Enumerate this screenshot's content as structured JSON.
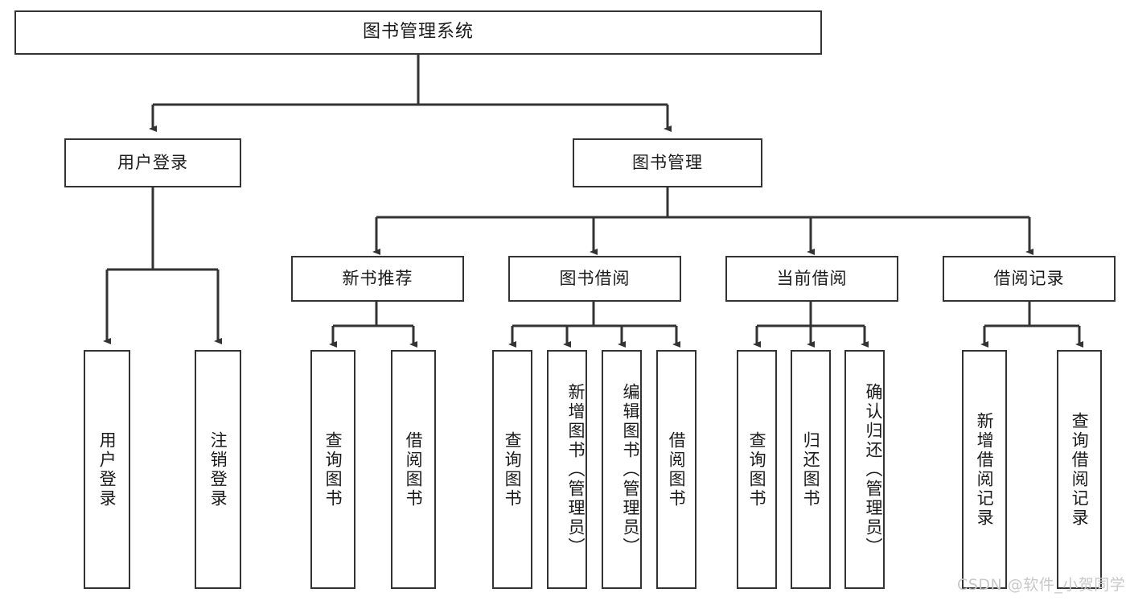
{
  "diagram": {
    "title": "图书管理系统",
    "background_color": "#ffffff",
    "line_color": "#333333",
    "text_color": "#1a1a1a"
  },
  "nodes": {
    "root": {
      "label": "图书管理系统"
    },
    "level2": [
      {
        "id": "user-login",
        "label": "用户登录"
      },
      {
        "id": "book-manage",
        "label": "图书管理"
      }
    ],
    "level3": [
      {
        "id": "new-book-recommend",
        "label": "新书推荐"
      },
      {
        "id": "book-borrow",
        "label": "图书借阅"
      },
      {
        "id": "current-borrow",
        "label": "当前借阅"
      },
      {
        "id": "borrow-record",
        "label": "借阅记录"
      }
    ],
    "leaves": {
      "user_login": [
        {
          "id": "leaf-user-login",
          "label": "用户登录"
        },
        {
          "id": "leaf-logout-login",
          "label": "注销登录"
        }
      ],
      "new_book_recommend": [
        {
          "id": "leaf-query-book-1",
          "label": "查询图书"
        },
        {
          "id": "leaf-borrow-book-1",
          "label": "借阅图书"
        }
      ],
      "book_borrow": [
        {
          "id": "leaf-query-book-2",
          "label": "查询图书"
        },
        {
          "id": "leaf-add-book",
          "label": "新增图书（管理员）"
        },
        {
          "id": "leaf-edit-book",
          "label": "编辑图书（管理员）"
        },
        {
          "id": "leaf-borrow-book-2",
          "label": "借阅图书"
        }
      ],
      "current_borrow": [
        {
          "id": "leaf-query-book-3",
          "label": "查询图书"
        },
        {
          "id": "leaf-return-book",
          "label": "归还图书"
        },
        {
          "id": "leaf-confirm-return",
          "label": "确认归还（管理员）"
        }
      ],
      "borrow_record": [
        {
          "id": "leaf-add-record",
          "label": "新增借阅记录"
        },
        {
          "id": "leaf-query-record",
          "label": "查询借阅记录"
        }
      ]
    }
  },
  "watermark": {
    "text": "CSDN @软件_小贺同学"
  }
}
